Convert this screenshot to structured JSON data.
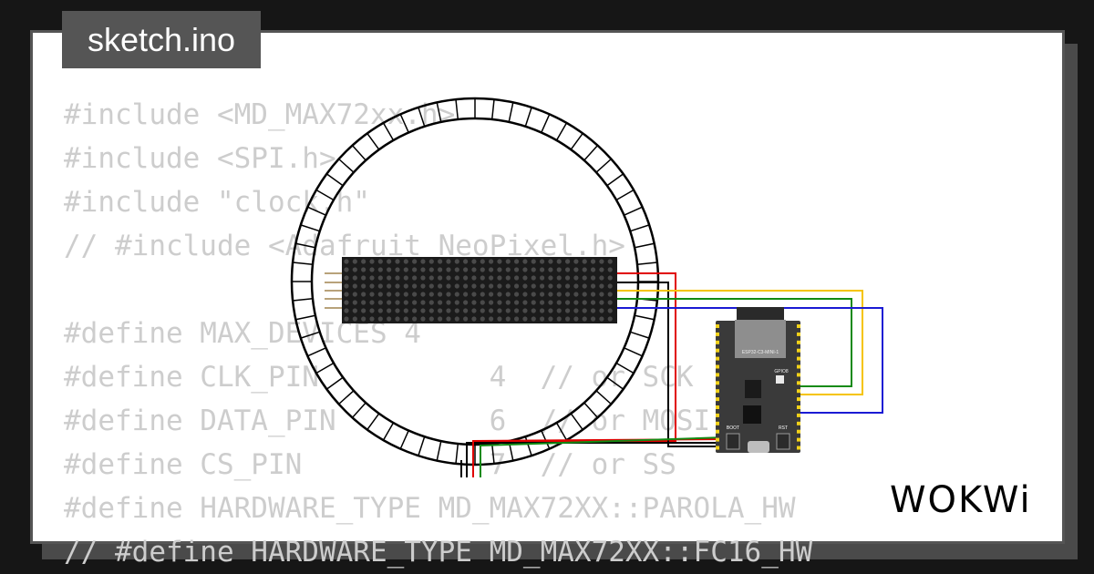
{
  "tab": {
    "filename": "sketch.ino"
  },
  "code_lines": [
    "#include <MD_MAX72xx.h>",
    "#include <SPI.h>",
    "#include \"clock.h\"",
    "// #include <Adafruit_NeoPixel.h>",
    "",
    "#define MAX_DEVICES 4",
    "#define CLK_PIN          4  // or SCK",
    "#define DATA_PIN         6  // or MOSI",
    "#define CS_PIN           7  // or SS",
    "#define HARDWARE_TYPE MD_MAX72XX::PAROLA_HW",
    "// #define HARDWARE_TYPE MD_MAX72XX::FC16_HW"
  ],
  "board": {
    "module_label": "ESP32-C3-MINI-1",
    "gpio_label": "GPIO8",
    "boot_label": "BOOT",
    "rst_label": "RST"
  },
  "logo": {
    "text": "WOKWi"
  },
  "colors": {
    "wire_red": "#e00000",
    "wire_yellow": "#f5c400",
    "wire_green": "#138a13",
    "wire_blue": "#1a1ad4",
    "wire_black": "#000000"
  }
}
